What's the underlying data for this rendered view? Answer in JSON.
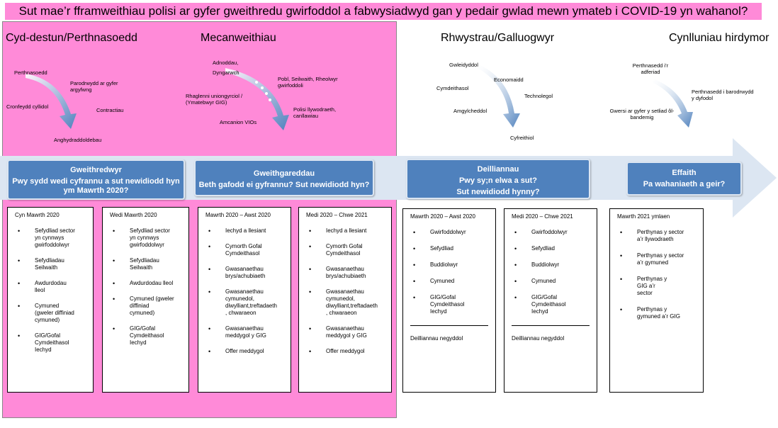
{
  "title": "Sut mae’r fframweithiau polisi ar gyfer gweithredu gwirfoddol a fabwysiadwyd gan y pedair gwlad mewn ymateb i COVID-19 yn wahanol?",
  "headings": {
    "context": "Cyd-destun/Perthnasoedd",
    "mechanisms": "Mecanweithiau",
    "barriers": "Rhwystrau/Galluogwyr",
    "longterm": "Cynlluniau hirdymor"
  },
  "context_labels": [
    "Perthnasoedd",
    "Parodrwydd ar gyfer argyfwng",
    "Cronfeydd cyllidol",
    "Contractiau",
    "Anghydraddoldebau"
  ],
  "mechanism_labels": [
    "Adnoddau,",
    "Dyngarwch",
    "Pobl, Seilwaith, Rheolwyr gwirfoddoli",
    "Rhaglenni uniongyrciol / (Ymatebwyr GIG)",
    "Polisi llywodraeth, canllawiau",
    "Amcanion VIOs"
  ],
  "barrier_labels": [
    "Gwleidyddol",
    "Economaidd",
    "Cymdeithasol",
    "Technolegol",
    "Amgylcheddol",
    "Cyfreithiol"
  ],
  "longterm_labels": [
    "Perthnasedd i’r adferiad",
    "Perthnasedd i barodrwydd y dyfodol",
    "Gwersi ar gyfer y setliad ôl-bandemig"
  ],
  "blue_boxes": {
    "actors": {
      "title": "Gweithredwyr",
      "line1": "Pwy sydd wedi cyfrannu a sut newidiodd hyn",
      "line2": "ym Mawrth 2020?"
    },
    "activities": {
      "title": "Gweithgareddau",
      "line1": "Beth gafodd ei gyfrannu? Sut newidiodd hyn?"
    },
    "outcomes": {
      "title": "Deilliannau",
      "line1": "Pwy sy;n elwa a sut?",
      "line2": "Sut newidiodd hynny?"
    },
    "impact": {
      "title": "Effaith",
      "line1": "Pa wahaniaeth a geir?"
    }
  },
  "columns": [
    {
      "title": "Cyn Mawrth 2020",
      "items": [
        "Sefydliad sector\nyn cynnwys\ngwirfoddolwyr",
        "Sefydliadau\nSeilwaith",
        "Awdurdodau\nlleol",
        "Cymuned\n(gweler diffiniad\ncymuned)",
        "GIG/Gofal\nCymdeithasol\nIechyd"
      ]
    },
    {
      "title": "Wedi Mawrth 2020",
      "items": [
        "Sefydliad sector\nyn cynnwys\ngwirfoddolwyr",
        "Sefydliadau\nSeilwaith",
        "Awdurdodau lleol",
        "Cymuned (gweler\ndiffiniad\ncymuned)",
        "GIG/Gofal\nCymdeithasol\nIechyd"
      ]
    },
    {
      "title": "Mawrth 2020 – Awst 2020",
      "items": [
        "Iechyd a llesiant",
        "Cymorth Gofal\nCymdeithasol",
        "Gwasanaethau\nbrys/achubiaeth",
        "Gwasanaethau\ncymunedol,\ndiwylliant,treftadaeth\n, chwaraeon",
        "Gwasanaethau\nmeddygol y GIG",
        "Offer meddygol"
      ]
    },
    {
      "title": "Medi 2020 – Chwe 2021",
      "items": [
        "Iechyd a llesiant",
        "Cymorth Gofal\nCymdeithasol",
        "Gwasanaethau\nbrys/achubiaeth",
        "Gwasanaethau\ncymunedol,\ndiwylliant,treftadaeth\n, chwaraeon",
        "Gwasanaethau\nmeddygol y GIG",
        "Offer meddygol"
      ]
    },
    {
      "title": "Mawrth 2020 – Awst 2020",
      "items": [
        "Gwirfoddolwyr",
        "Sefydliad",
        "Buddiolwyr",
        "Cymuned",
        "GIG/Gofal\nCymdeithasol\nIechyd"
      ],
      "footer": "Deilliannau negyddol"
    },
    {
      "title": "Medi 2020 – Chwe 2021",
      "items": [
        "Gwirfoddolwyr",
        "Sefydliad",
        "Buddiolwyr",
        "Cymuned",
        "GIG/Gofal\nCymdeithasol\nIechyd"
      ],
      "footer": "Deilliannau negyddol"
    },
    {
      "title": "Mawrth 2021 ymlaen",
      "items": [
        "Perthynas y sector\na’r llywodraeth",
        "Perthynas y sector\na’r gymuned",
        "Perthynas y\nGIG a’r\nsector",
        "Perthynas y\ngymuned a’r GIG"
      ]
    }
  ],
  "colors": {
    "pink": "#ff8ad8",
    "blue": "#4f81bd",
    "band": "#dce6f2",
    "arrow": "#4f81bd"
  }
}
